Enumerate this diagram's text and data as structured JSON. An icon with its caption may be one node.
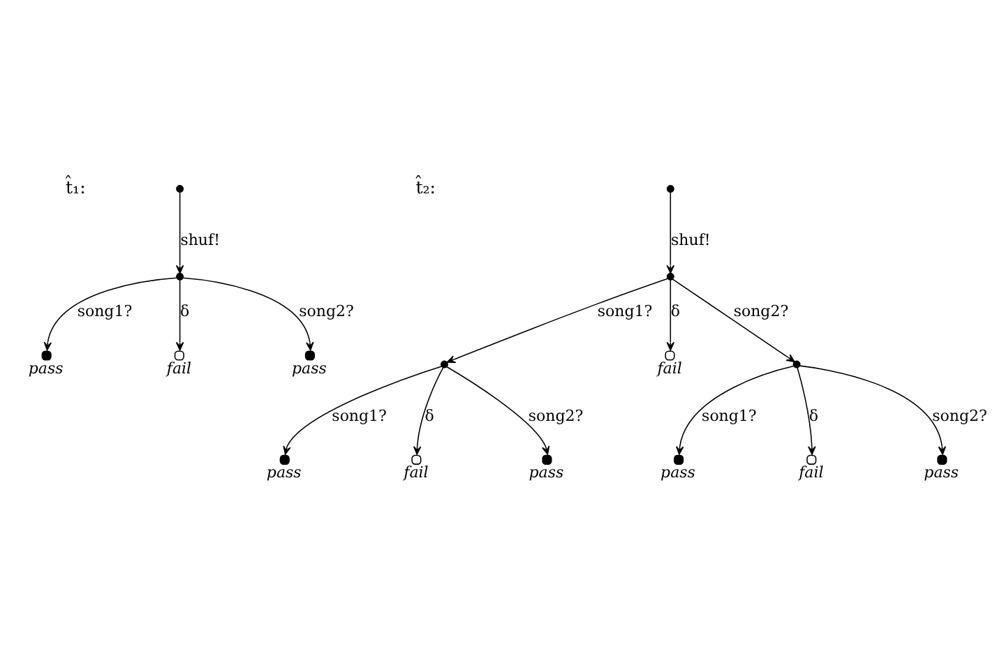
{
  "diagram": {
    "nodes": [
      {
        "text": [],
        "shape": "dot"
      },
      {
        "text": [],
        "shape": "dot"
      },
      {
        "text": [],
        "shape": "dot",
        "beside": [
          "pass"
        ]
      },
      {
        "text": [],
        "shape": "circle",
        "beside": [
          "fail"
        ]
      },
      {
        "text": [],
        "shape": "dot",
        "beside": [
          "pass"
        ]
      },
      {
        "text": [],
        "shape": "dot"
      },
      {
        "text": [],
        "shape": "dot"
      },
      {
        "text": [],
        "shape": "dot"
      },
      {
        "text": [],
        "shape": "circle",
        "beside": [
          "fail"
        ]
      },
      {
        "text": [],
        "shape": "dot"
      },
      {
        "text": [],
        "shape": "dot",
        "beside": [
          "pass"
        ]
      },
      {
        "text": [],
        "shape": "circle",
        "beside": [
          "fail"
        ]
      },
      {
        "text": [],
        "shape": "dot",
        "beside": [
          "pass"
        ]
      },
      {
        "text": [],
        "shape": "dot",
        "beside": [
          "pass"
        ]
      },
      {
        "text": [],
        "shape": "circle",
        "beside": [
          "fail"
        ]
      },
      {
        "text": [],
        "shape": "dot",
        "beside": [
          "pass"
        ]
      }
    ],
    "edges": [
      {
        "from": 0,
        "to": 1,
        "arrow": "to",
        "label": "shuf!"
      },
      {
        "from": 1,
        "to": 2,
        "arrow": "to",
        "label": "song1?"
      },
      {
        "from": 1,
        "to": 3,
        "arrow": "to",
        "label": "δ"
      },
      {
        "from": 1,
        "to": 4,
        "arrow": "to",
        "label": "song2?"
      },
      {
        "from": 5,
        "to": 6,
        "arrow": "to",
        "label": "shuf!"
      },
      {
        "from": 6,
        "to": 7,
        "arrow": "to",
        "label": "song1?"
      },
      {
        "from": 6,
        "to": 8,
        "arrow": "to",
        "label": "δ"
      },
      {
        "from": 6,
        "to": 9,
        "arrow": "to",
        "label": "song2?"
      },
      {
        "from": 7,
        "to": 10,
        "arrow": "to",
        "label": "song1?"
      },
      {
        "from": 7,
        "to": 11,
        "arrow": "to",
        "label": "δ"
      },
      {
        "from": 7,
        "to": 12,
        "arrow": "to",
        "label": "song2?"
      },
      {
        "from": 9,
        "to": 13,
        "arrow": "to",
        "label": "song1?"
      },
      {
        "from": 9,
        "to": 14,
        "arrow": "to",
        "label": "δ"
      },
      {
        "from": 9,
        "to": 15,
        "arrow": "to",
        "label": "song2?"
      }
    ],
    "labels": [
      "t̂₁:",
      "t̂₂:"
    ]
  }
}
